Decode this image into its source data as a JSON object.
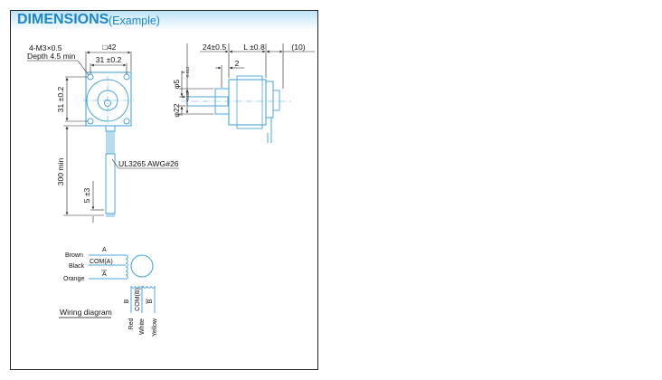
{
  "header": {
    "title": "DIMENSIONS",
    "subtitle": "(Example)"
  },
  "front_view": {
    "hole_spec": "4-M3×0.5",
    "hole_depth": "Depth 4.5 min",
    "square_dim": "□42",
    "hole_pitch_h": "31 ±0.2",
    "hole_pitch_v": "31 ±0.2",
    "lead_wire": "UL3265 AWG#26",
    "lead_length": "300 min",
    "strip_length": "5 ±3"
  },
  "side_view": {
    "shaft_length": "24±0.5",
    "body_length": "L ±0.8",
    "rear_length": "(10)",
    "flange_thickness": "2",
    "shaft_diameter": "φ5",
    "shaft_tol_upper": "0",
    "shaft_tol_lower": "-0.012",
    "pilot_diameter": "φ22",
    "pilot_tol_upper": "0",
    "pilot_tol_lower": "-0.03"
  },
  "wiring": {
    "caption": "Wiring diagram",
    "wire_brown": "Brown",
    "wire_black": "Black",
    "wire_orange": "Orange",
    "wire_red": "Red",
    "wire_white": "White",
    "wire_yellow": "Yellow",
    "phase_a": "A",
    "phase_a_bar": "A",
    "com_a": "COM(A)",
    "phase_b": "B",
    "phase_b_bar": "B",
    "com_b": "COM(B)"
  },
  "colors": {
    "accent": "#1c86c8",
    "drawing": "#4aa7d8"
  }
}
